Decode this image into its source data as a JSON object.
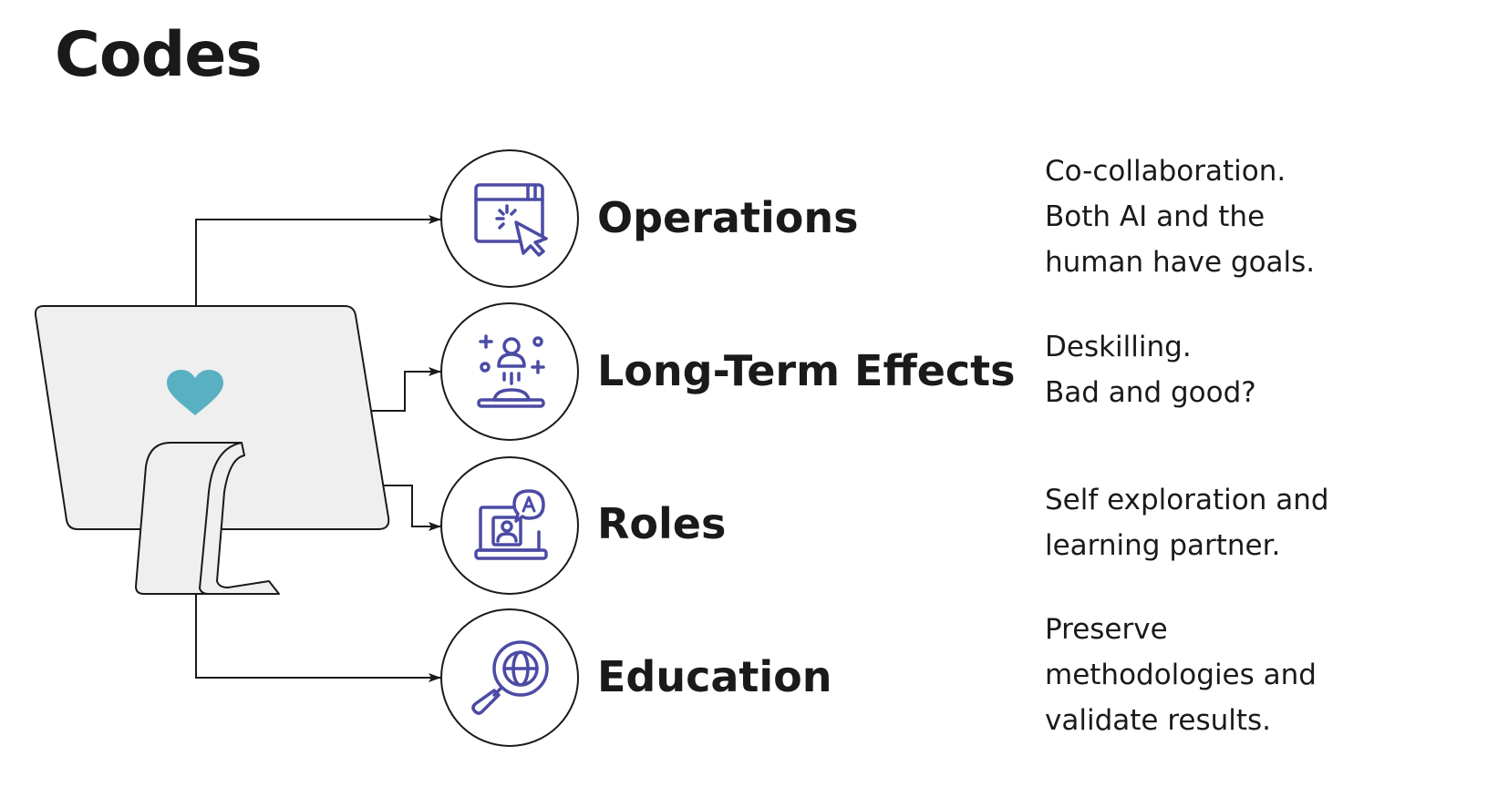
{
  "title": "Codes",
  "colors": {
    "icon_stroke": "#4b4ba5",
    "heart": "#5ab0c3",
    "monitor_fill": "#efefef",
    "line": "#1a1a1a"
  },
  "codes": [
    {
      "label": "Operations",
      "icon": "browser-click-icon",
      "description": [
        "Co-collaboration.",
        "Both AI and the",
        "human have goals."
      ]
    },
    {
      "label": "Long-Term Effects",
      "icon": "growth-lamp-icon",
      "description": [
        "Deskilling.",
        "Bad and good?"
      ]
    },
    {
      "label": "Roles",
      "icon": "laptop-assistant-icon",
      "description": [
        "Self exploration and",
        "learning partner."
      ]
    },
    {
      "label": "Education",
      "icon": "globe-search-icon",
      "description": [
        "Preserve",
        "methodologies and",
        "validate results."
      ]
    }
  ]
}
